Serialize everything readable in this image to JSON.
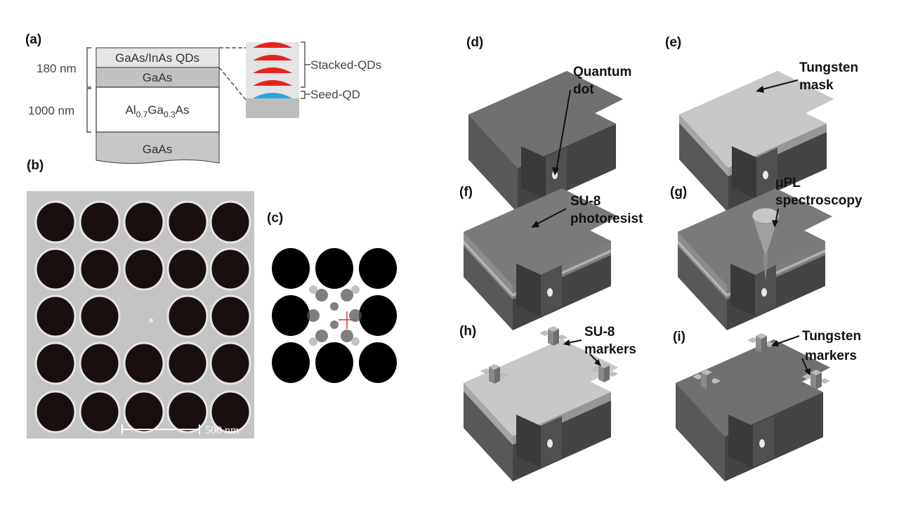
{
  "panels": {
    "a": "(a)",
    "b": "(b)",
    "c": "(c)",
    "d": "(d)",
    "e": "(e)",
    "f": "(f)",
    "g": "(g)",
    "h": "(h)",
    "i": "(i)"
  },
  "layers": {
    "thick_top": "180 nm",
    "thick_bottom": "1000 nm",
    "qd_layer": "GaAs/InAs QDs",
    "gaas_cap": "GaAs",
    "algaas": {
      "al": "Al",
      "al_sub": "0.7",
      "ga": "Ga",
      "ga_sub": "0.3",
      "as": "As"
    },
    "substrate": "GaAs",
    "stacked": "Stacked-QDs",
    "seed": "Seed-QD"
  },
  "sem": {
    "scale_label": "500 nm"
  },
  "steps": {
    "d": [
      "Quantum",
      "dot"
    ],
    "e": [
      "Tungsten",
      "mask"
    ],
    "f": [
      "SU-8",
      "photoresist"
    ],
    "g": [
      "μPL",
      "spectroscopy"
    ],
    "h": [
      "SU-8",
      "markers"
    ],
    "i": [
      "Tungsten",
      "markers"
    ]
  },
  "colors": {
    "stacked_qd": "#e8231c",
    "seed_qd": "#29a6de",
    "block_top": "#707070",
    "resist": "#c8c8c8"
  }
}
